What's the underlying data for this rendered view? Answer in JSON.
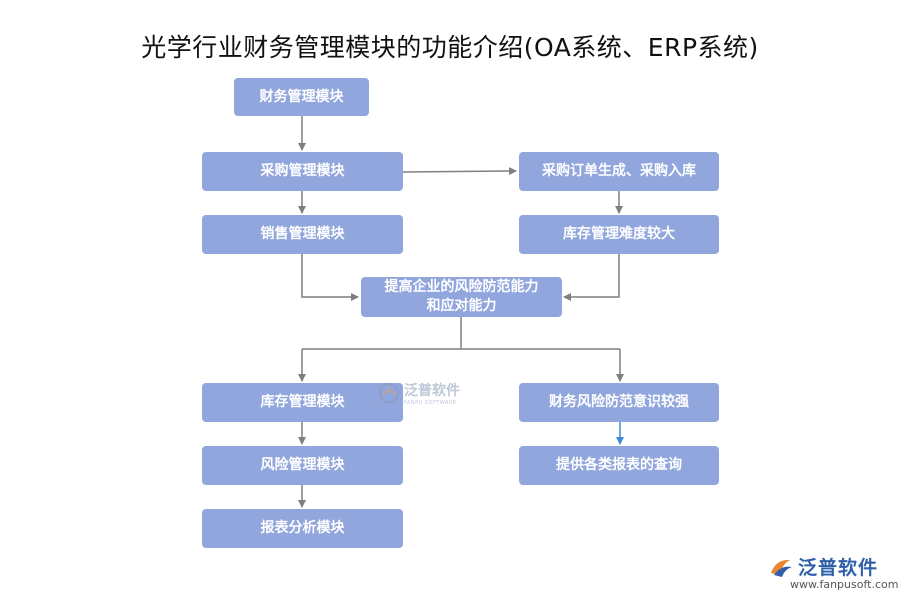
{
  "title": "光学行业财务管理模块的功能介绍(OA系统、ERP系统)",
  "nodes": {
    "finance": "财务管理模块",
    "purchase": "采购管理模块",
    "sales": "销售管理模块",
    "order": "采购订单生成、采购入库",
    "inventory_diff": "库存管理难度较大",
    "risk_line1": "提高企业的风险防范能力",
    "risk_line2": "和应对能力",
    "inventory": "库存管理模块",
    "risk_mgmt": "风险管理模块",
    "report": "报表分析模块",
    "awareness": "财务风险防范意识较强",
    "query": "提供各类报表的查询"
  },
  "watermark": {
    "text": "泛普软件",
    "sub": "FANPU SOFTWARE"
  },
  "brand": {
    "name": "泛普软件",
    "site": "www.fanpusoft.com"
  },
  "colors": {
    "node_fill": "#91a6dc",
    "connector": "#7f7f7f",
    "accent_arrow": "#3a8ad8"
  }
}
